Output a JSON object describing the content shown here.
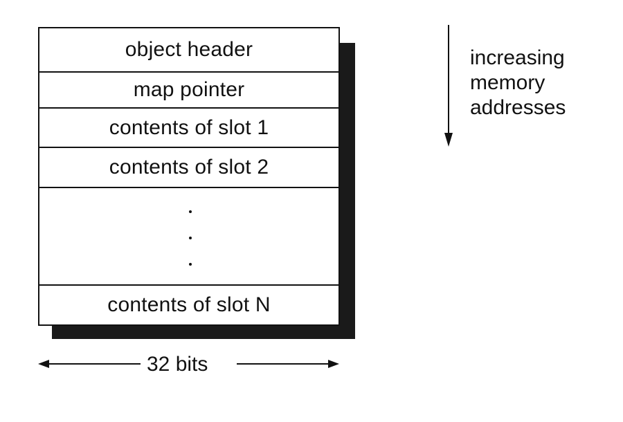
{
  "slots": [
    "object header",
    "map pointer",
    "contents of slot 1",
    "contents of slot 2",
    "",
    "contents of slot N"
  ],
  "width_label": "32 bits",
  "direction_label": [
    "increasing",
    "memory",
    "addresses"
  ]
}
